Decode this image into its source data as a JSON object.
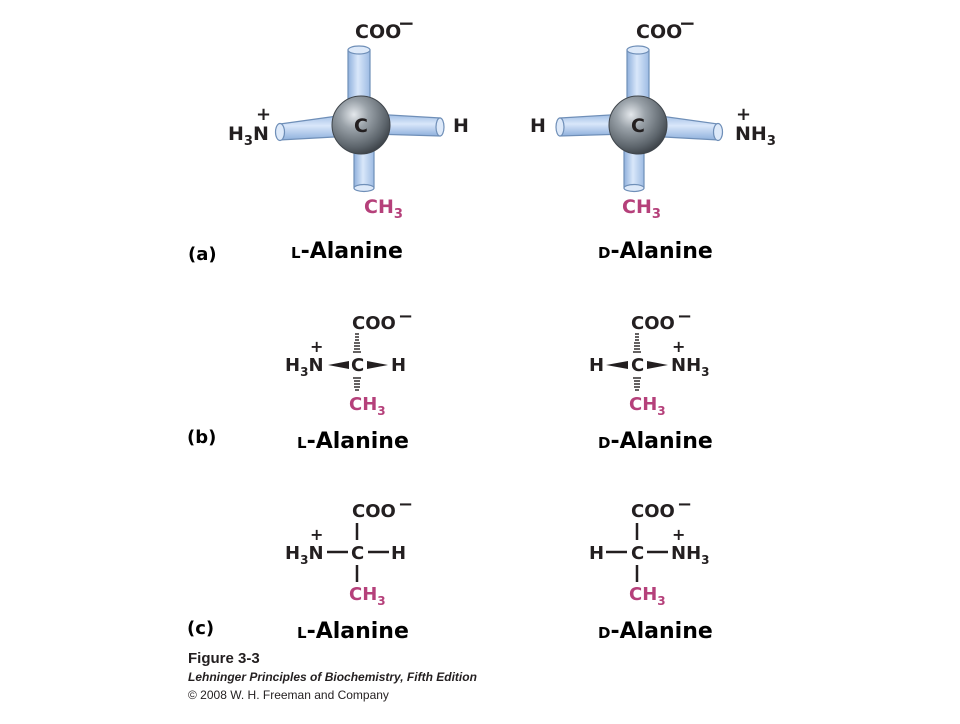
{
  "panels": [
    {
      "label": "(a)",
      "left_name": {
        "prefix": "L",
        "suffix": "-Alanine"
      },
      "right_name": {
        "prefix": "D",
        "suffix": "-Alanine"
      }
    },
    {
      "label": "(b)",
      "left_name": {
        "prefix": "L",
        "suffix": "-Alanine"
      },
      "right_name": {
        "prefix": "D",
        "suffix": "-Alanine"
      }
    },
    {
      "label": "(c)",
      "left_name": {
        "prefix": "L",
        "suffix": "-Alanine"
      },
      "right_name": {
        "prefix": "D",
        "suffix": "-Alanine"
      }
    }
  ],
  "groups": {
    "carboxylate": "COO",
    "minus": "−",
    "plus": "+",
    "carbon": "C",
    "hydrogen": "H",
    "amino_prefix": "H",
    "amino_sub": "3",
    "amino_n": "N",
    "amino_right": "NH",
    "methyl": "CH",
    "methyl_sub": "3",
    "sub3": "3"
  },
  "caption": {
    "figure": "Figure 3-3",
    "book": "Lehninger Principles of Biochemistry, Fifth Edition",
    "copyright": "© 2008 W. H. Freeman and Company"
  },
  "colors": {
    "methyl": "#b5407a",
    "bond_fill": "#bcd3f2",
    "bond_stroke": "#6f8fb8",
    "carbon_sphere": "#6e767d",
    "text": "#231f20"
  }
}
